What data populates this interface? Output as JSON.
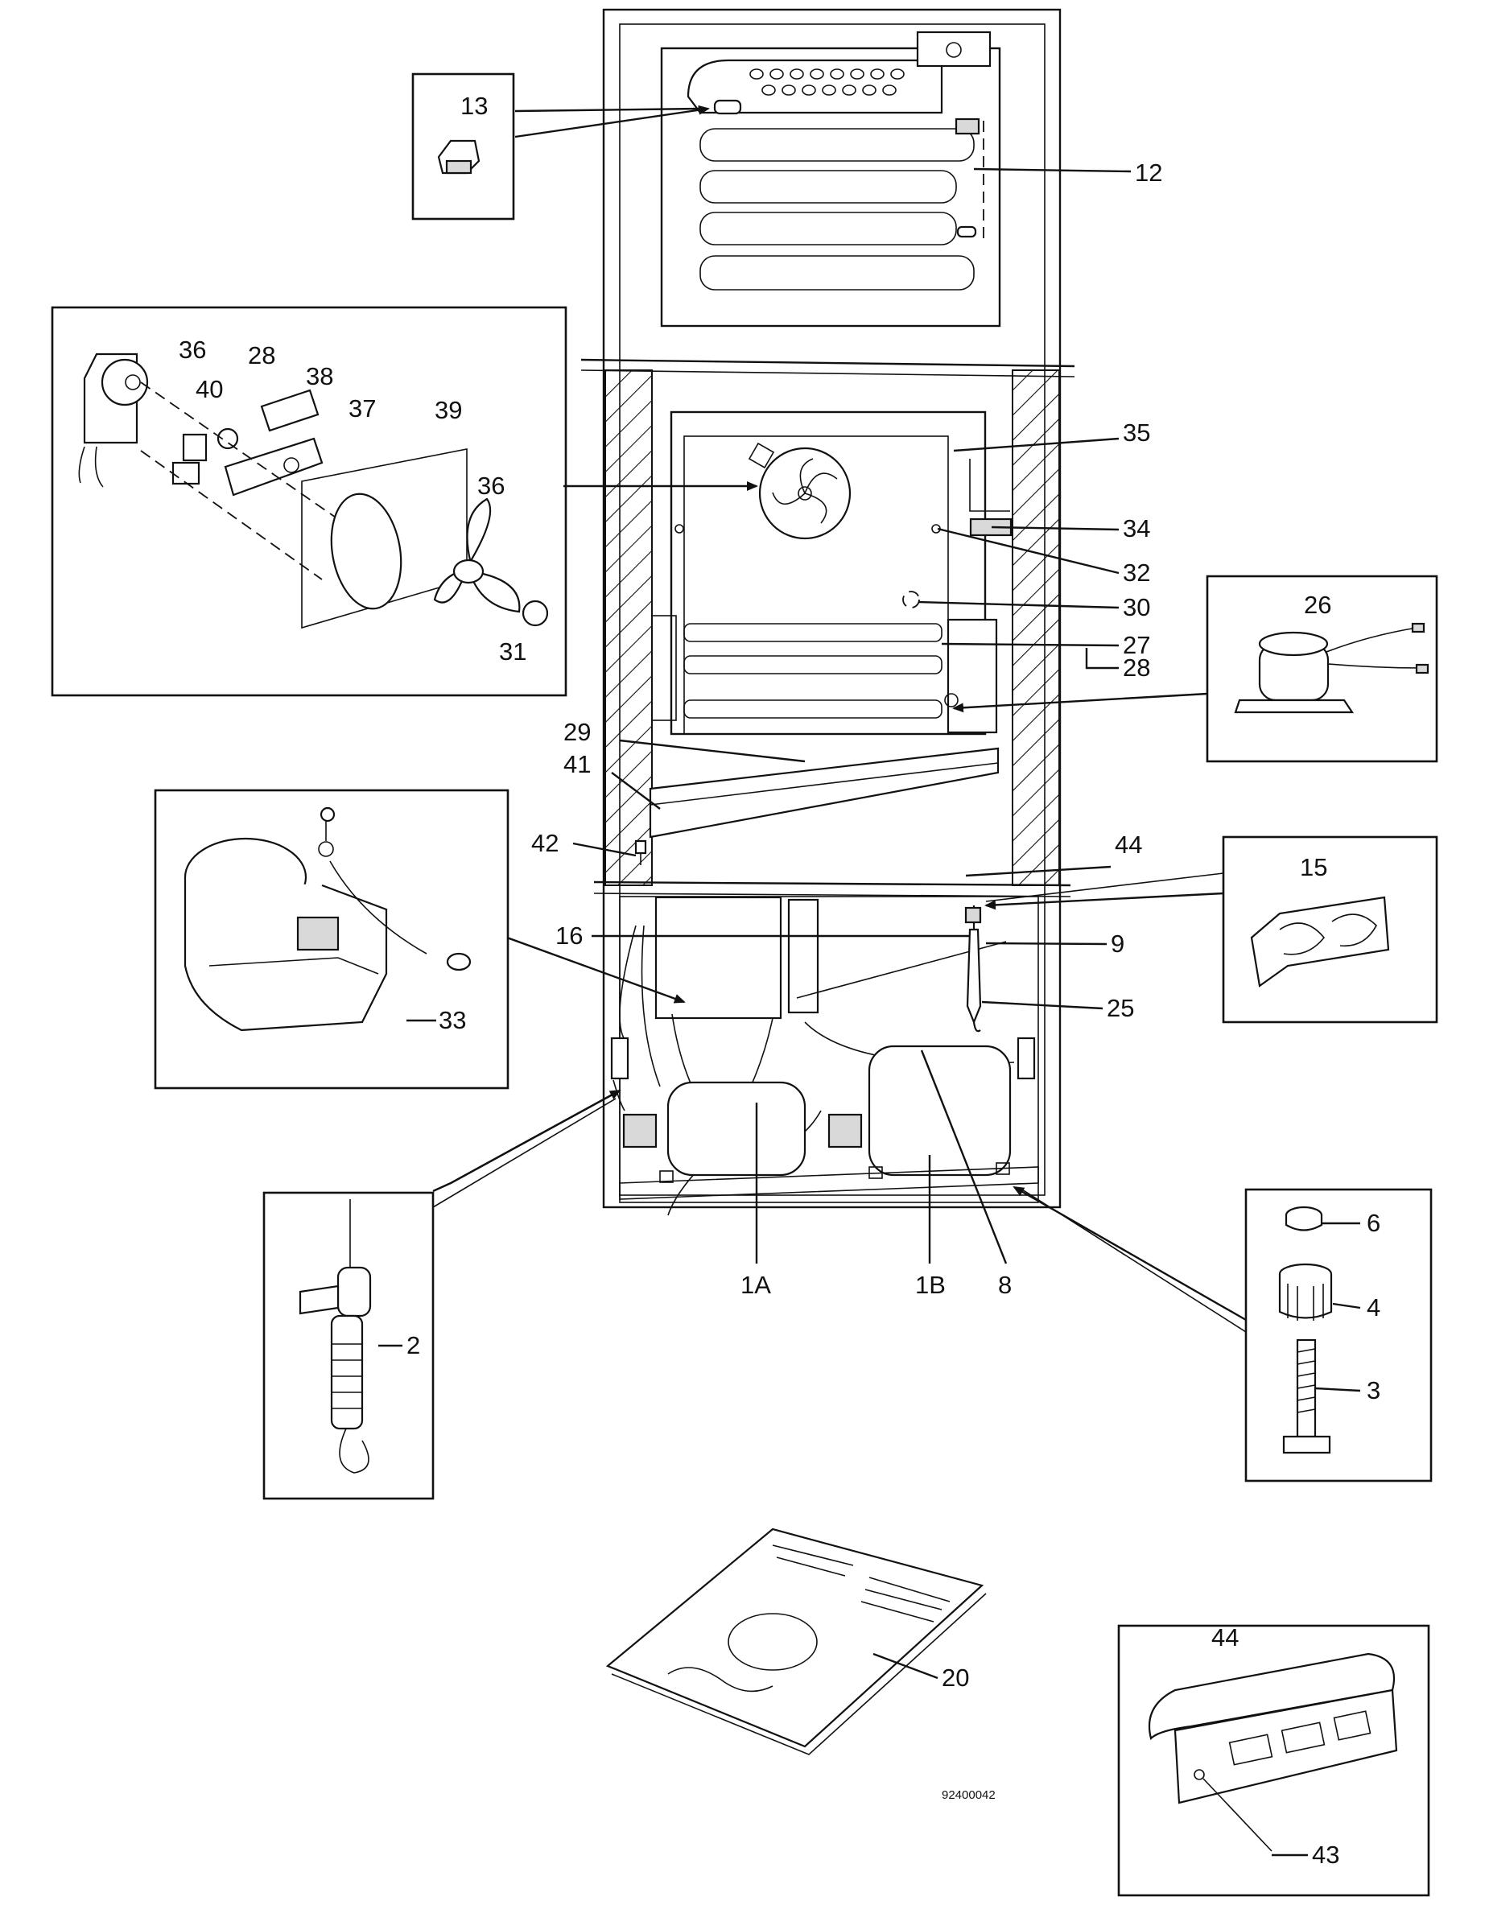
{
  "labels": {
    "p13": "13",
    "p12": "12",
    "p36a": "36",
    "p28a": "28",
    "p38": "38",
    "p40": "40",
    "p37": "37",
    "p39": "39",
    "p36b": "36",
    "p31": "31",
    "p35": "35",
    "p34": "34",
    "p32": "32",
    "p30": "30",
    "p27": "27",
    "p28b": "28",
    "p26": "26",
    "p29": "29",
    "p41": "41",
    "p42": "42",
    "p44a": "44",
    "p15": "15",
    "p16": "16",
    "p9": "9",
    "p25": "25",
    "p33": "33",
    "p2": "2",
    "p1a": "1A",
    "p1b": "1B",
    "p8": "8",
    "p6": "6",
    "p4": "4",
    "p3": "3",
    "p20": "20",
    "p44b": "44",
    "p43": "43"
  },
  "drawing_number": "92400042",
  "colors": {
    "line": "#111111",
    "hatch": "#111111",
    "background": "#ffffff"
  }
}
